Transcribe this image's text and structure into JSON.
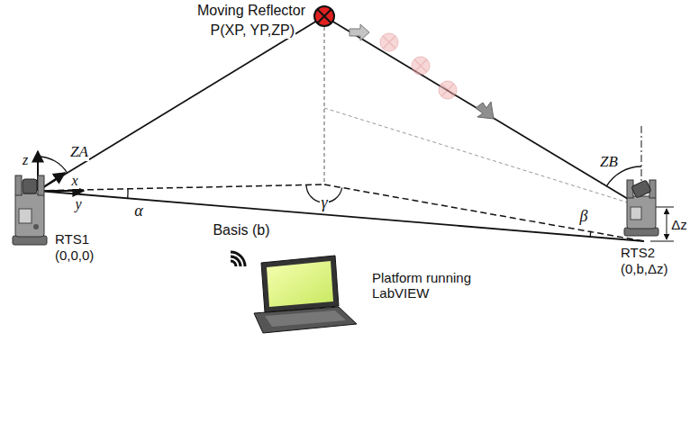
{
  "diagram": {
    "labels": [
      "Moving Reflector",
      "P(XP, YP,ZP)",
      "z",
      "ZA",
      "x",
      "y",
      "α",
      "γ",
      "Basis (b)",
      "β",
      "ZB",
      "Δz",
      "RTS1",
      "(0,0,0)",
      "RTS2",
      "(0,b,Δz)",
      "Platform running LabVIEW"
    ]
  }
}
